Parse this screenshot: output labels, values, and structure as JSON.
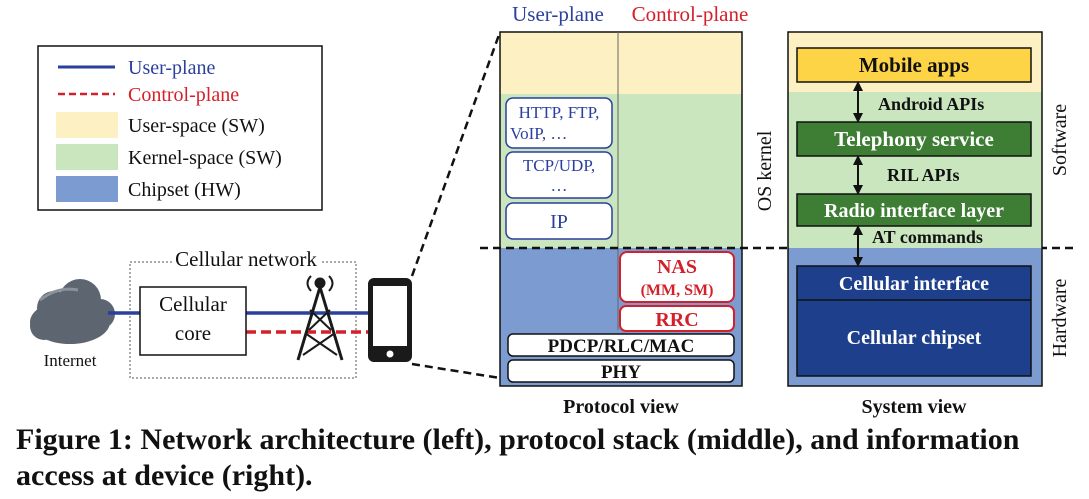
{
  "legend": {
    "user_plane": "User-plane",
    "control_plane": "Control-plane",
    "user_space": "User-space (SW)",
    "kernel_space": "Kernel-space (SW)",
    "chipset": "Chipset (HW)"
  },
  "network": {
    "title": "Cellular network",
    "core_line1": "Cellular",
    "core_line2": "core",
    "internet": "Internet"
  },
  "protocol": {
    "header_user": "User-plane",
    "header_control": "Control-plane",
    "app_protocols_line1": "HTTP, FTP,",
    "app_protocols_line2": "VoIP, …",
    "transport_line1": "TCP/UDP,",
    "transport_line2": "…",
    "ip": "IP",
    "nas_line1": "NAS",
    "nas_line2": "(MM, SM)",
    "rrc": "RRC",
    "pdcp": "PDCP/RLC/MAC",
    "phy": "PHY",
    "os_kernel": "OS kernel",
    "label": "Protocol view"
  },
  "system": {
    "mobile_apps": "Mobile apps",
    "android_apis": "Android APIs",
    "telephony": "Telephony service",
    "ril_apis": "RIL APIs",
    "radio_layer": "Radio interface layer",
    "at_commands": "AT commands",
    "cell_interface": "Cellular interface",
    "cell_chipset": "Cellular chipset",
    "software": "Software",
    "hardware": "Hardware",
    "label": "System view"
  },
  "caption": "Figure 1: Network architecture (left), protocol stack (middle), and information access at device (right).",
  "colors": {
    "user_plane": "#2b3f9e",
    "control_plane": "#d4202a",
    "user_space": "#fdf1c4",
    "kernel_space": "#c9e6bf",
    "chipset": "#7b9bd1",
    "app_box": "#fcd445",
    "green_box": "#3d7d34",
    "navy_box": "#1d3f8c"
  }
}
